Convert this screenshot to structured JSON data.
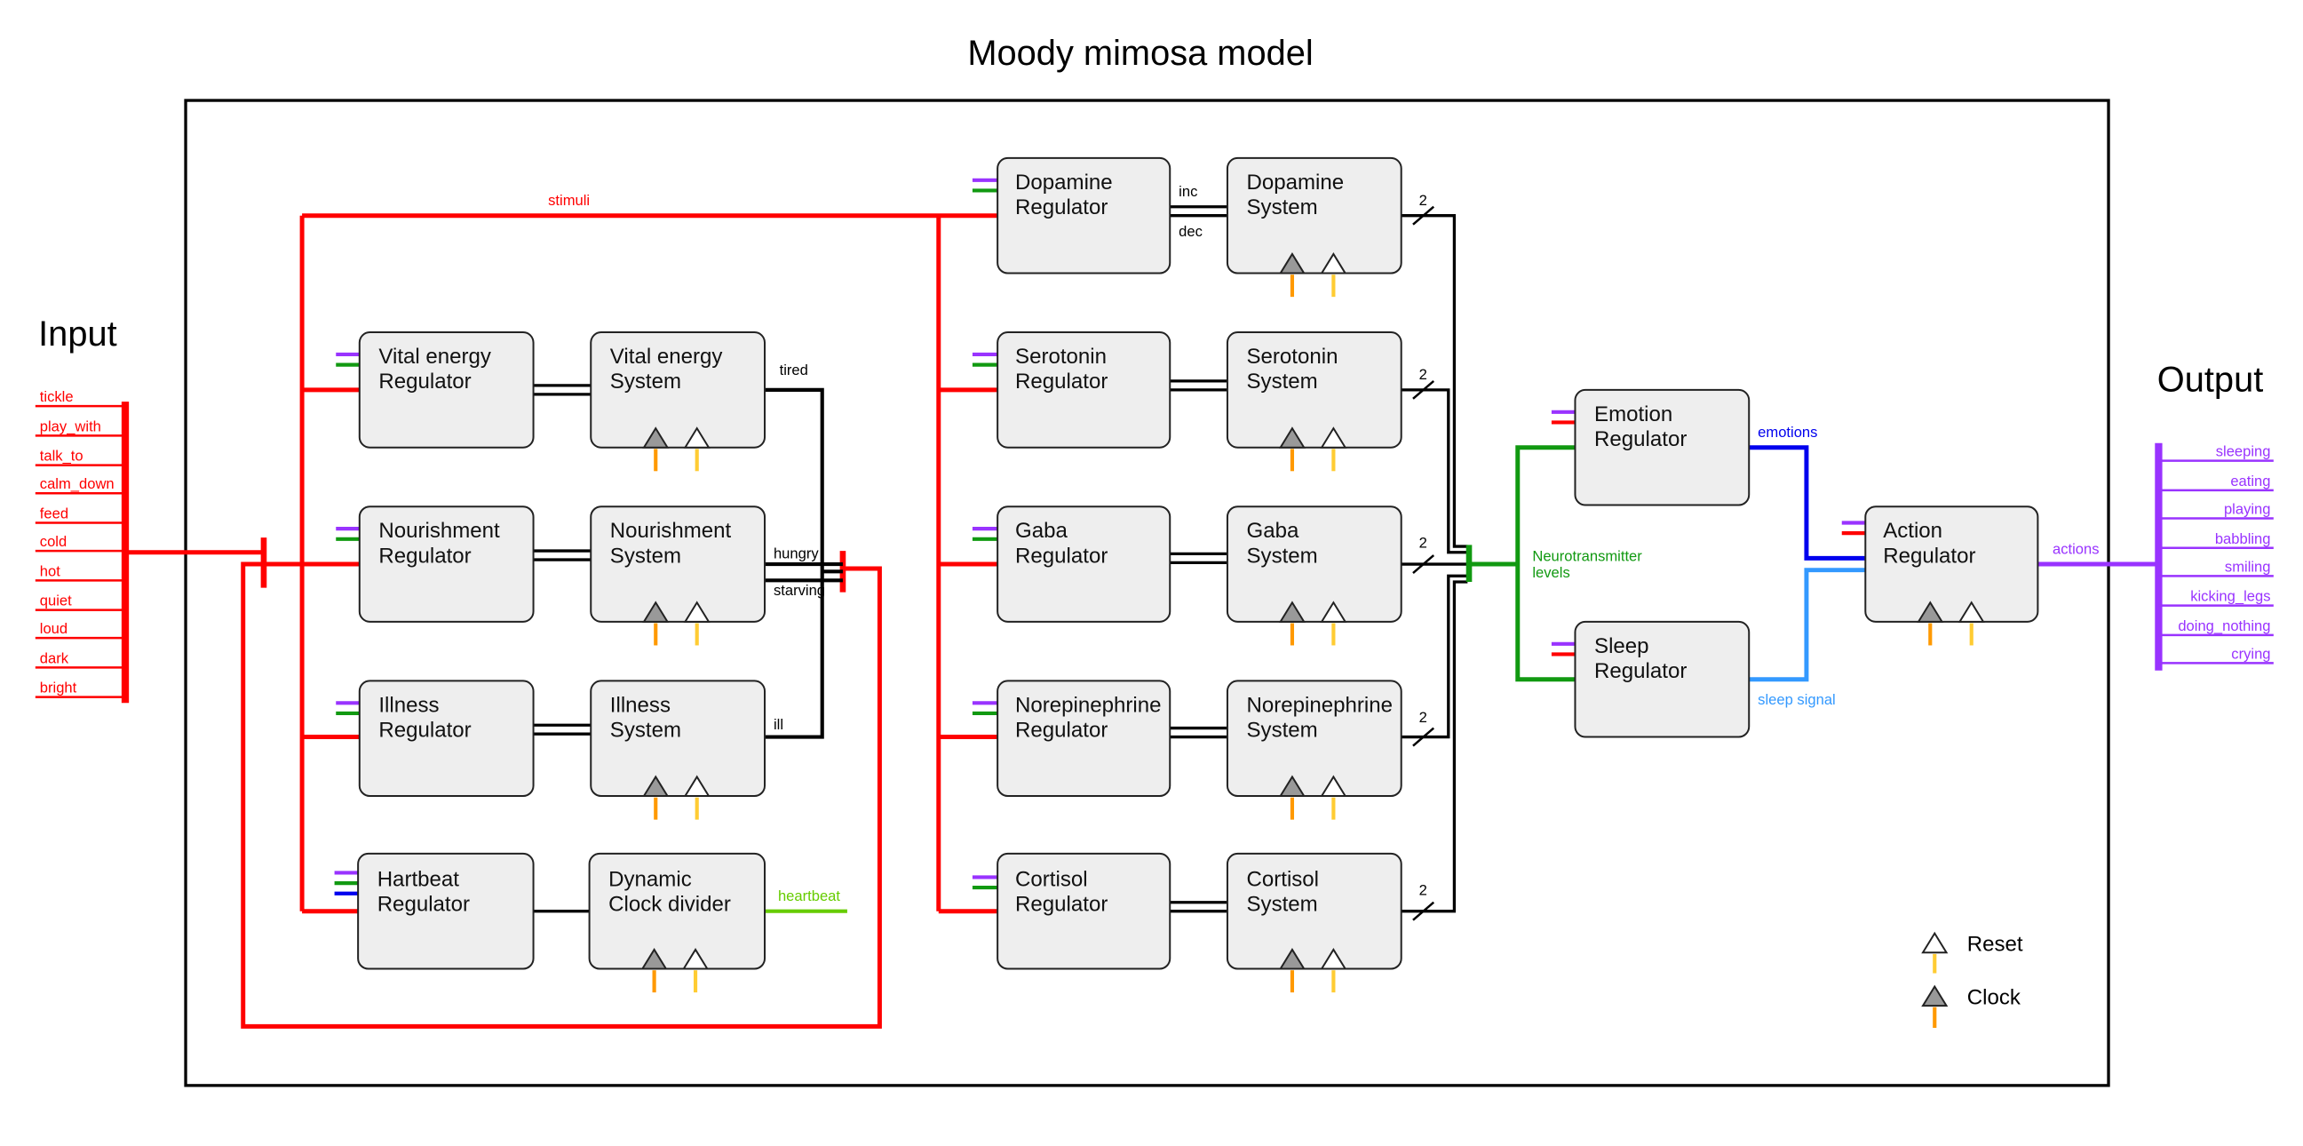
{
  "title": "Moody mimosa model",
  "input": {
    "label": "Input",
    "signals": [
      "tickle",
      "play_with",
      "talk_to",
      "calm_down",
      "feed",
      "cold",
      "hot",
      "quiet",
      "loud",
      "dark",
      "bright"
    ]
  },
  "output": {
    "label": "Output",
    "signals": [
      "sleeping",
      "eating",
      "playing",
      "babbling",
      "smiling",
      "kicking_legs",
      "doing_nothing",
      "crying"
    ]
  },
  "blocks": {
    "vital_energy_regulator": [
      "Vital energy",
      "Regulator"
    ],
    "vital_energy_system": [
      "Vital energy",
      "System"
    ],
    "nourishment_regulator": [
      "Nourishment",
      "Regulator"
    ],
    "nourishment_system": [
      "Nourishment",
      "System"
    ],
    "illness_regulator": [
      "Illness",
      "Regulator"
    ],
    "illness_system": [
      "Illness",
      "System"
    ],
    "hartbeat_regulator": [
      "Hartbeat",
      "Regulator"
    ],
    "dynamic_clock_divider": [
      "Dynamic",
      "Clock divider"
    ],
    "dopamine_regulator": [
      "Dopamine",
      "Regulator"
    ],
    "dopamine_system": [
      "Dopamine",
      "System"
    ],
    "serotonin_regulator": [
      "Serotonin",
      "Regulator"
    ],
    "serotonin_system": [
      "Serotonin",
      "System"
    ],
    "gaba_regulator": [
      "Gaba",
      "Regulator"
    ],
    "gaba_system": [
      "Gaba",
      "System"
    ],
    "norepinephrine_regulator": [
      "Norepinephrine",
      "Regulator"
    ],
    "norepinephrine_system": [
      "Norepinephrine",
      "System"
    ],
    "cortisol_regulator": [
      "Cortisol",
      "Regulator"
    ],
    "cortisol_system": [
      "Cortisol",
      "System"
    ],
    "emotion_regulator": [
      "Emotion",
      "Regulator"
    ],
    "sleep_regulator": [
      "Sleep",
      "Regulator"
    ],
    "action_regulator": [
      "Action",
      "Regulator"
    ]
  },
  "wire_labels": {
    "stimuli": "stimuli",
    "tired": "tired",
    "hungry": "hungry",
    "starving": "starving",
    "ill": "ill",
    "heartbeat": "heartbeat",
    "inc": "inc",
    "dec": "dec",
    "bus_width": "2",
    "neurotransmitter_line1": "Neurotransmitter",
    "neurotransmitter_line2": "levels",
    "emotions": "emotions",
    "sleep_signal": "sleep signal",
    "actions": "actions"
  },
  "legend": {
    "reset": "Reset",
    "clock": "Clock"
  },
  "colors": {
    "input_bus": "#ff0000",
    "data_wire": "#000000",
    "neurotransmitter_bus": "#119911",
    "emotions": "#0000ee",
    "sleep_signal": "#3399ff",
    "actions": "#9933ff",
    "heartbeat": "#66cc00",
    "reset_marker": "#ffcc33",
    "clock_marker": "#ff9900",
    "block_fill": "#eeeeee",
    "clock_triangle": "#999999"
  }
}
